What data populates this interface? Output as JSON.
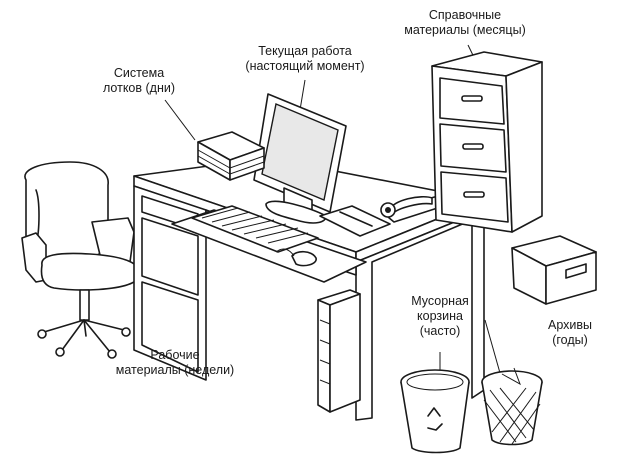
{
  "labels": {
    "reference": [
      "Справочные",
      "материалы (месяцы)"
    ],
    "current": [
      "Текущая работа",
      "(настоящий момент)"
    ],
    "trays": [
      "Система",
      "лотков (дни)"
    ],
    "working": [
      "Рабочие",
      "материалы (недели)"
    ],
    "trash": [
      "Мусорная",
      "корзина",
      "(часто)"
    ],
    "archives": [
      "Архивы",
      "(годы)"
    ]
  },
  "icons": [
    "office-chair-icon",
    "desk-icon",
    "monitor-icon",
    "keyboard-icon",
    "mouse-icon",
    "phone-icon",
    "letter-tray-icon",
    "filing-cabinet-icon",
    "pc-tower-icon",
    "recycle-bin-icon",
    "wastebasket-icon",
    "archive-box-icon"
  ],
  "colors": {
    "ink": "#1a1a1a",
    "paper": "#ffffff"
  }
}
